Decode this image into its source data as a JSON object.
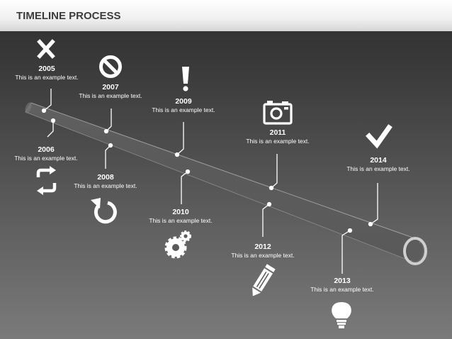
{
  "header": {
    "title": "TIMELINE PROCESS"
  },
  "events": [
    {
      "year": "2005",
      "text": "This is an example text.",
      "icon": "close-icon"
    },
    {
      "year": "2006",
      "text": "This is an example text.",
      "icon": "refresh-icon"
    },
    {
      "year": "2007",
      "text": "This is an example text.",
      "icon": "prohibited-icon"
    },
    {
      "year": "2008",
      "text": "This is an example text.",
      "icon": "reload-icon"
    },
    {
      "year": "2009",
      "text": "This is an example text.",
      "icon": "exclamation-icon"
    },
    {
      "year": "2010",
      "text": "This is an example text.",
      "icon": "gears-icon"
    },
    {
      "year": "2011",
      "text": "This is an example text.",
      "icon": "camera-icon"
    },
    {
      "year": "2012",
      "text": "This is an example text.",
      "icon": "pencil-icon"
    },
    {
      "year": "2013",
      "text": "This is an example text.",
      "icon": "lightbulb-icon"
    },
    {
      "year": "2014",
      "text": "This is an example text.",
      "icon": "checkmark-icon"
    }
  ]
}
